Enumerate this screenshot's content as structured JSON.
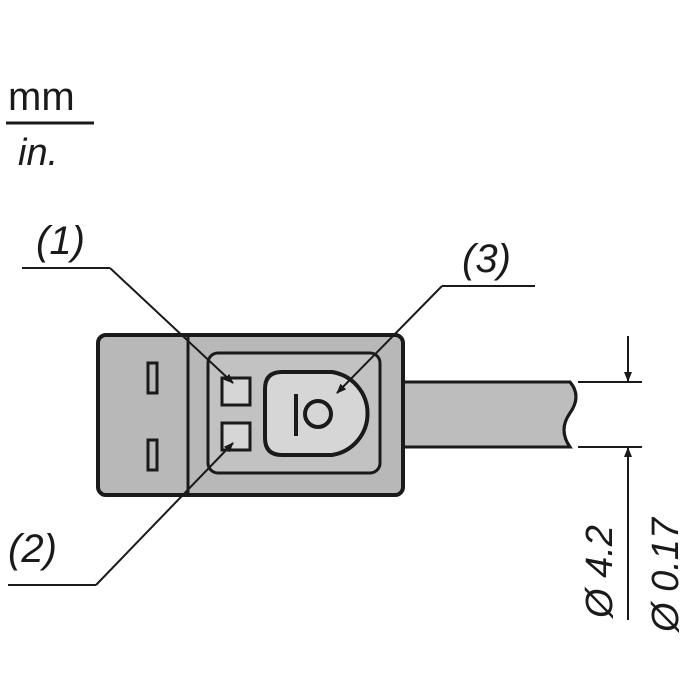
{
  "units": {
    "primary": "mm",
    "secondary": "in."
  },
  "callouts": [
    {
      "id": "1",
      "text": "(1)"
    },
    {
      "id": "2",
      "text": "(2)"
    },
    {
      "id": "3",
      "text": "(3)"
    }
  ],
  "dimension": {
    "metric": "Ø 4.2",
    "imperial": "Ø 0.17"
  },
  "colors": {
    "line": "#1a1a1a",
    "body_fill": "#b8b8b8",
    "inner_fill": "#c2c2c2",
    "cable_fill": "#bdbdbd",
    "window_fill": "#d6d6d6"
  }
}
